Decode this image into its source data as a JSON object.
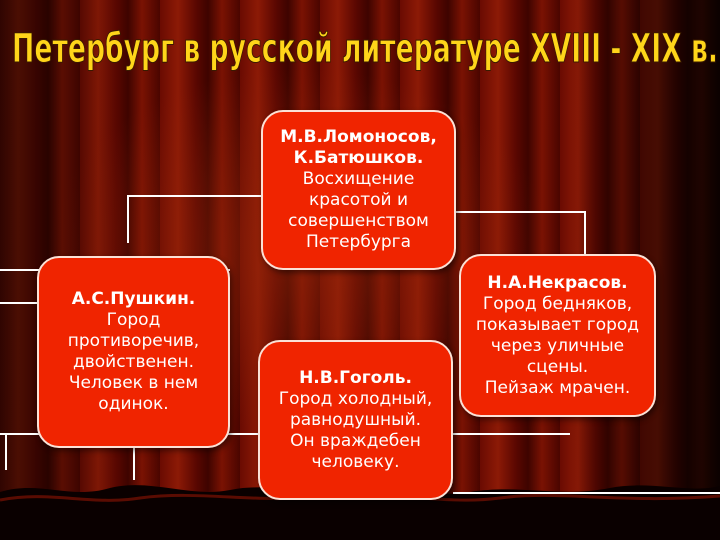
{
  "title": "Петербург в русской литературе XVIII - XIX в.",
  "colors": {
    "box_fill": "#f02400",
    "box_border": "#fbe1d6",
    "title": "#ffd51a",
    "connector": "#ffffff"
  },
  "boxes": {
    "lomonosov": {
      "name": "М.В.Ломоносов, К.Батюшков.",
      "desc": "Восхищение\nкрасотой и\nсовершенством\nПетербурга"
    },
    "pushkin": {
      "name": "А.С.Пушкин.",
      "desc": "Город\nпротиворечив,\nдвойственен.\nЧеловек в нем\nодинок."
    },
    "nekrasov": {
      "name": "Н.А.Некрасов.",
      "desc": "Город бедняков,\nпоказывает город\nчерез уличные\nсцены.\nПейзаж мрачен."
    },
    "gogol": {
      "name": "Н.В.Гоголь.",
      "desc": "Город холодный,\nравнодушный.\nОн враждебен\nчеловеку."
    }
  }
}
